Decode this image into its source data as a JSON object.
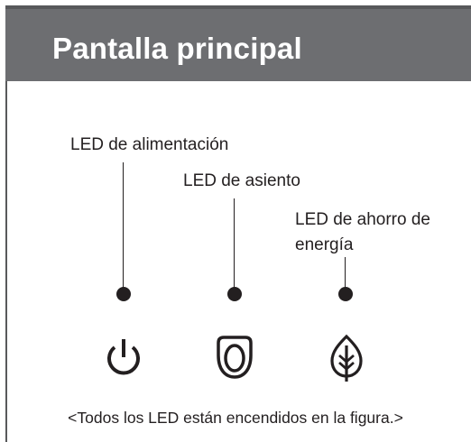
{
  "header": {
    "title": "Pantalla principal"
  },
  "callouts": {
    "power": {
      "label": "LED de alimentación",
      "icon": "power-icon"
    },
    "seat": {
      "label": "LED de asiento",
      "icon": "seat-icon"
    },
    "eco": {
      "label_line1": "LED de ahorro de",
      "label_line2": "energía",
      "icon": "leaf-icon"
    }
  },
  "caption": "<Todos los LED están encendidos en la figura.>",
  "colors": {
    "header_bg": "#6d6e71",
    "header_text": "#ffffff",
    "ink": "#231f20"
  }
}
